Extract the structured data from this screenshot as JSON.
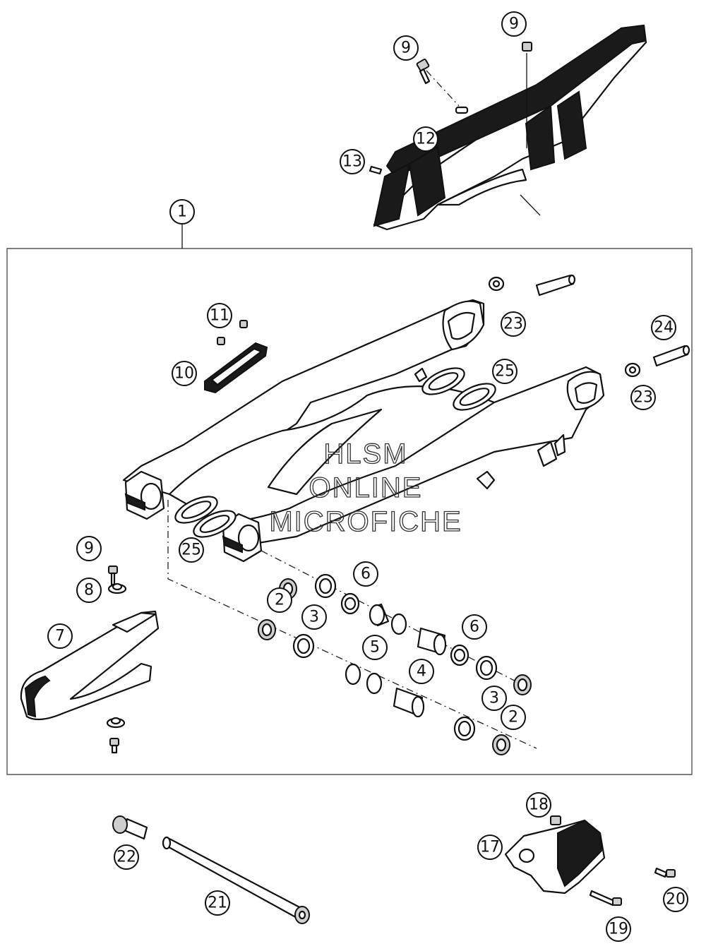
{
  "watermark": {
    "line1": "HLSM",
    "line2": "ONLINE",
    "line3": "MICROFICHE"
  },
  "callouts": [
    {
      "id": "c1",
      "label": "1"
    },
    {
      "id": "c2a",
      "label": "2"
    },
    {
      "id": "c2b",
      "label": "2"
    },
    {
      "id": "c3a",
      "label": "3"
    },
    {
      "id": "c3b",
      "label": "3"
    },
    {
      "id": "c4",
      "label": "4"
    },
    {
      "id": "c5",
      "label": "5"
    },
    {
      "id": "c6a",
      "label": "6"
    },
    {
      "id": "c6b",
      "label": "6"
    },
    {
      "id": "c7",
      "label": "7"
    },
    {
      "id": "c8",
      "label": "8"
    },
    {
      "id": "c9a",
      "label": "9"
    },
    {
      "id": "c9b",
      "label": "9"
    },
    {
      "id": "c9c",
      "label": "9"
    },
    {
      "id": "c10",
      "label": "10"
    },
    {
      "id": "c11",
      "label": "11"
    },
    {
      "id": "c12",
      "label": "12"
    },
    {
      "id": "c13",
      "label": "13"
    },
    {
      "id": "c17",
      "label": "17"
    },
    {
      "id": "c18",
      "label": "18"
    },
    {
      "id": "c19",
      "label": "19"
    },
    {
      "id": "c20",
      "label": "20"
    },
    {
      "id": "c21",
      "label": "21"
    },
    {
      "id": "c22",
      "label": "22"
    },
    {
      "id": "c23a",
      "label": "23"
    },
    {
      "id": "c23b",
      "label": "23"
    },
    {
      "id": "c24",
      "label": "24"
    },
    {
      "id": "c25a",
      "label": "25"
    },
    {
      "id": "c25b",
      "label": "25"
    }
  ]
}
